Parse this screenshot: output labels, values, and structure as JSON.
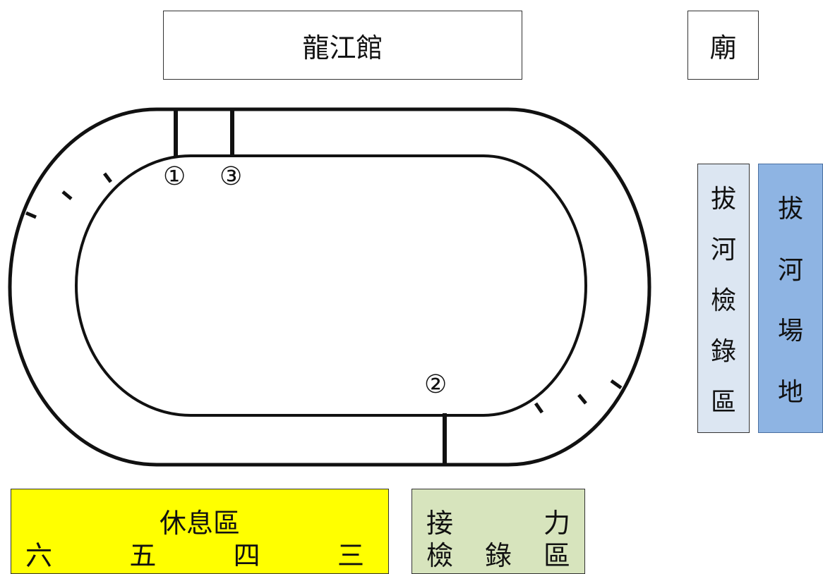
{
  "colors": {
    "tow_check_bg": "#dce6f2",
    "tow_field_bg": "#8eb4e3",
    "rest_area_bg": "#ffff00",
    "relay_check_bg": "#d7e4bd",
    "track_line": "#111111"
  },
  "buildings": {
    "hall": "龍江館",
    "temple": "廟"
  },
  "tow_check_area": [
    "拔",
    "河",
    "檢",
    "錄",
    "區"
  ],
  "tow_field": [
    "拔",
    "河",
    "場",
    "地"
  ],
  "rest_area": {
    "title": "休息區",
    "numbers": [
      "六",
      "五",
      "四",
      "三"
    ]
  },
  "relay_check_area": {
    "top": [
      "接",
      "力"
    ],
    "bottom": [
      "檢",
      "錄",
      "區"
    ]
  },
  "track_markers": {
    "m1": "①",
    "m2": "②",
    "m3": "③"
  }
}
